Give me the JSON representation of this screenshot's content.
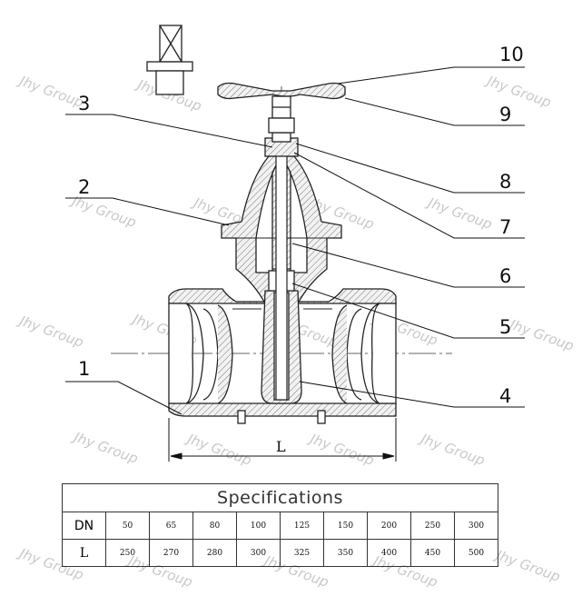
{
  "callouts": [
    {
      "id": "1",
      "label": "1"
    },
    {
      "id": "2",
      "label": "2"
    },
    {
      "id": "3",
      "label": "3"
    },
    {
      "id": "4",
      "label": "4"
    },
    {
      "id": "5",
      "label": "5"
    },
    {
      "id": "6",
      "label": "6"
    },
    {
      "id": "7",
      "label": "7"
    },
    {
      "id": "8",
      "label": "8"
    },
    {
      "id": "9",
      "label": "9"
    },
    {
      "id": "10",
      "label": "10"
    }
  ],
  "dimension_label": "L",
  "watermark": "Jhy Group",
  "table": {
    "title": "Specifications",
    "row_headers": [
      "DN",
      "L"
    ],
    "dn": [
      "50",
      "65",
      "80",
      "100",
      "125",
      "150",
      "200",
      "250",
      "300"
    ],
    "l": [
      "250",
      "270",
      "280",
      "300",
      "325",
      "350",
      "400",
      "450",
      "500"
    ]
  }
}
